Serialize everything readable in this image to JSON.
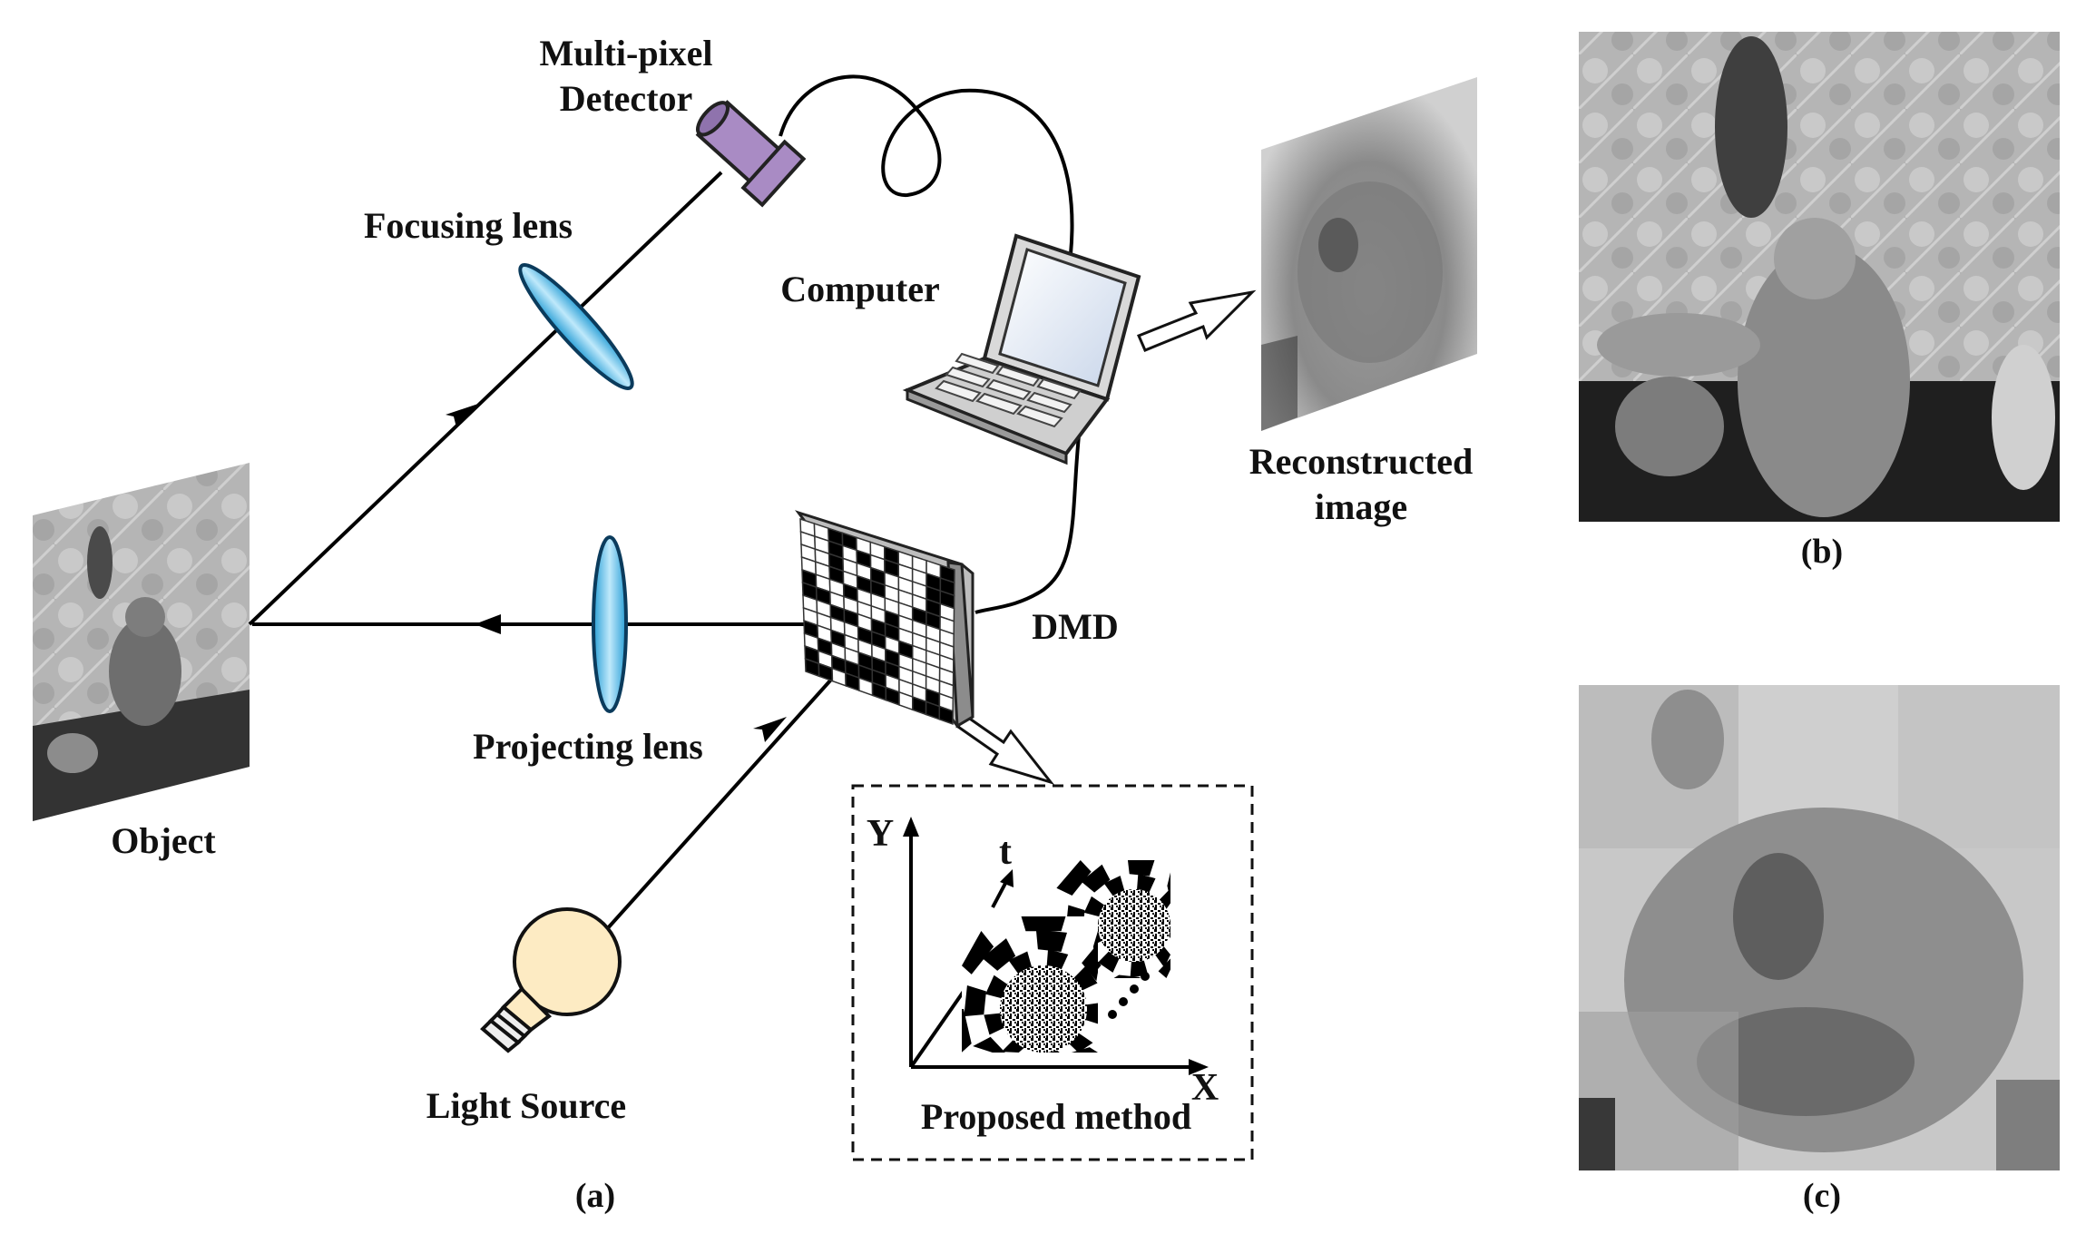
{
  "labels": {
    "multi_pixel_line1": "Multi-pixel",
    "multi_pixel_line2": "Detector",
    "focusing_lens": "Focusing lens",
    "computer": "Computer",
    "reconstructed_line1": "Reconstructed",
    "reconstructed_line2": "image",
    "dmd": "DMD",
    "projecting_lens": "Projecting lens",
    "object": "Object",
    "light_source": "Light Source",
    "proposed_method": "Proposed method",
    "axis_y": "Y",
    "axis_x": "X",
    "axis_t": "t"
  },
  "panels": {
    "a": "(a)",
    "b": "(b)",
    "c": "(c)"
  },
  "colors": {
    "lens": "#5bc0e8",
    "detector": "#a98bc4",
    "bulb": "#fdebc3",
    "line": "#000000"
  }
}
